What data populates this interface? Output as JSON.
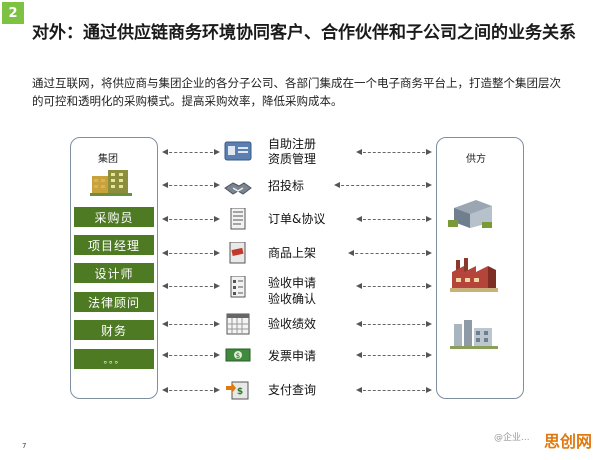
{
  "slide_number": "2",
  "title": "对外：通过供应链商务环境协同客户、合作伙伴和子公司之间的业务关系",
  "subtitle": "通过互联网，将供应商与集团企业的各分子公司、各部门集成在一个电子商务平台上，打造整个集团层次的可控和透明化的采购模式。提高采购效率，降低采购成本。",
  "left_panel": {
    "label": "集团",
    "roles": [
      "采购员",
      "项目经理",
      "设计师",
      "法律顾问",
      "财务",
      "。。。"
    ]
  },
  "right_panel": {
    "label": "供方"
  },
  "services": [
    {
      "icon": "id-card-icon",
      "line1": "自助注册",
      "line2": "资质管理"
    },
    {
      "icon": "handshake-icon",
      "line1": "招投标",
      "line2": ""
    },
    {
      "icon": "document-icon",
      "line1": "订单&协议",
      "line2": ""
    },
    {
      "icon": "product-sheet-icon",
      "line1": "商品上架",
      "line2": ""
    },
    {
      "icon": "checklist-icon",
      "line1": "验收申请",
      "line2": "验收确认"
    },
    {
      "icon": "calendar-icon",
      "line1": "验收绩效",
      "line2": ""
    },
    {
      "icon": "money-icon",
      "line1": "发票申请",
      "line2": ""
    },
    {
      "icon": "payment-icon",
      "line1": "支付查询",
      "line2": ""
    }
  ],
  "page_number": "7",
  "watermark_text": "@企业...",
  "watermark_logo": "思创网",
  "colors": {
    "accent_green": "#7dc242",
    "role_green": "#4e7a23",
    "border_grey": "#7f8f9f"
  }
}
